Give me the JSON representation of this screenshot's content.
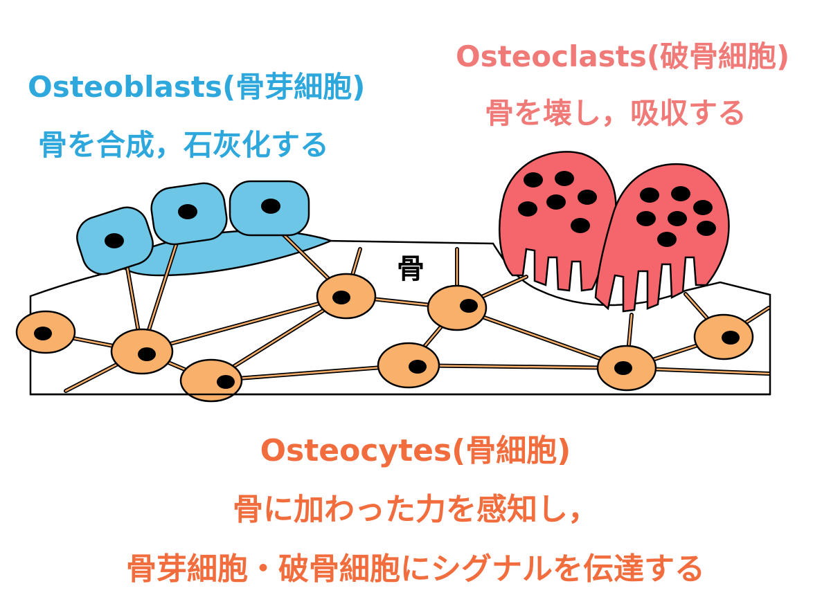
{
  "osteoblasts": {
    "title": "Osteoblasts(骨芽細胞)",
    "desc": "骨を合成，石灰化する"
  },
  "osteoclasts": {
    "title": "Osteoclasts(破骨細胞)",
    "desc": "骨を壊し，吸収する"
  },
  "bone": {
    "label": "骨"
  },
  "osteocytes": {
    "title": "Osteocytes(骨細胞)",
    "desc_line1": "骨に加わった力を感知し，",
    "desc_line2": "骨芽細胞・破骨細胞にシグナルを伝達する"
  },
  "colors": {
    "osteoblast_text": "#2ea8dc",
    "osteoblast_fill": "#6ec6e6",
    "osteoclast_text": "#f07a78",
    "osteoclast_fill": "#f4666b",
    "osteocyte_text": "#f26d3d",
    "osteocyte_fill": "#f8b06a",
    "process_line": "#b0723a"
  }
}
